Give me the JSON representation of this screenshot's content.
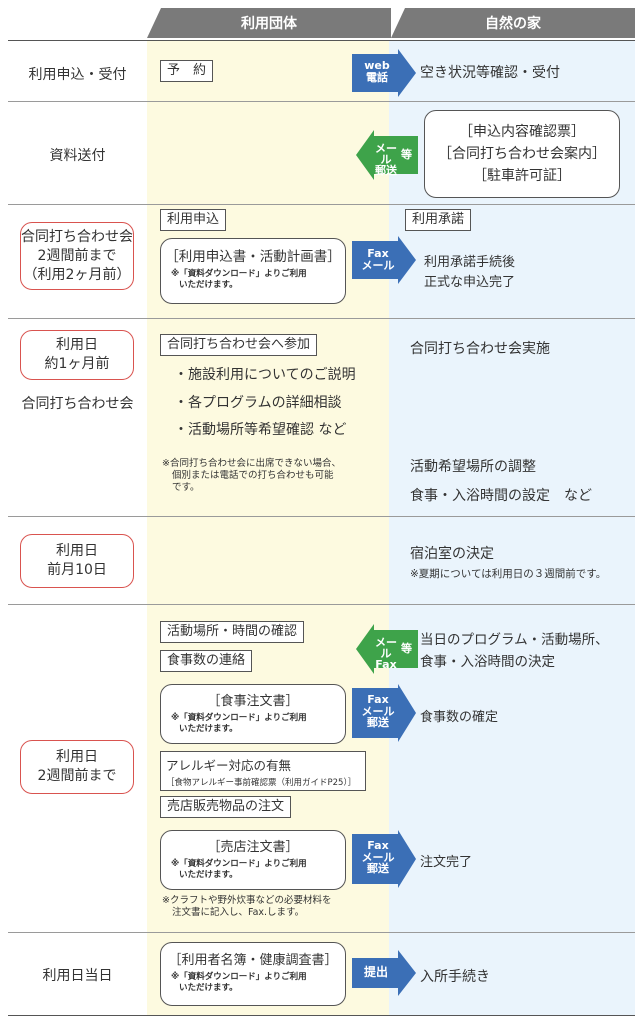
{
  "header": {
    "left": "利用団体",
    "right": "自然の家"
  },
  "rows": {
    "r1": {
      "label": "利用申込・受付",
      "yoyaku": "予　約",
      "arrow": [
        "web",
        "電話"
      ],
      "right": "空き状況等確認・受付"
    },
    "r2": {
      "label": "資料送付",
      "arrow": [
        "メール",
        "郵送",
        "等"
      ],
      "docs": [
        "［申込内容確認票］",
        "［合同打ち合わせ会案内］",
        "［駐車許可証］"
      ]
    },
    "r3": {
      "label": [
        "合同打ち合わせ会",
        "2週間前まで",
        "（利用2ヶ月前）"
      ],
      "box": "利用申込",
      "doc_title": "［利用申込書・活動計画書］",
      "doc_note": [
        "※「資料ダウンロード」よりご利用",
        "いただけます。"
      ],
      "arrow": [
        "Fax",
        "メール"
      ],
      "right_box": "利用承諾",
      "right": [
        "利用承諾手続後",
        "正式な申込完了"
      ]
    },
    "r4": {
      "label_pill": [
        "利用日",
        "約1ヶ月前"
      ],
      "label_sub": "合同打ち合わせ会",
      "box": "合同打ち合わせ会へ参加",
      "bullets": [
        "・施設利用についてのご説明",
        "・各プログラムの詳細相談",
        "・活動場所等希望確認 など"
      ],
      "note": [
        "※合同打ち合わせ会に出席できない場合、",
        "個別または電話での打ち合わせも可能",
        "です。"
      ],
      "right1": "合同打ち合わせ会実施",
      "right2": "活動希望場所の調整",
      "right3": "食事・入浴時間の設定　など"
    },
    "r5": {
      "label": [
        "利用日",
        "前月10日"
      ],
      "right": "宿泊室の決定",
      "right_note": "※夏期については利用日の３週間前です。"
    },
    "r6": {
      "label": [
        "利用日",
        "2週間前まで"
      ],
      "box1": "活動場所・時間の確認",
      "box2": "食事数の連絡",
      "arrow1": [
        "メール",
        "Fax",
        "等"
      ],
      "right1": [
        "当日のプログラム・活動場所、",
        "食事・入浴時間の決定"
      ],
      "doc1_title": "［食事注文書］",
      "doc_note": [
        "※「資料ダウンロード」よりご利用",
        "いただけます。"
      ],
      "arrow2": [
        "Fax",
        "メール",
        "郵送"
      ],
      "right2": "食事数の確定",
      "allergy": [
        "アレルギー対応の有無",
        "［食物アレルギー事前確認票（利用ガイドP25）］"
      ],
      "box3": "売店販売物品の注文",
      "doc2_title": "［売店注文書］",
      "arrow3": [
        "Fax",
        "メール",
        "郵送"
      ],
      "right3": "注文完了",
      "note": [
        "※クラフトや野外炊事などの必要材料を",
        "注文書に記入し、Fax.します。"
      ]
    },
    "r7": {
      "label": "利用日当日",
      "doc_title": "［利用者名簿・健康調査書］",
      "arrow": [
        "提出"
      ],
      "right": "入所手続き"
    }
  },
  "colors": {
    "blue": "#3b6fb6",
    "green": "#3ea34a",
    "red": "#d9534f",
    "yellow": "#fdfae0",
    "lightblue": "#eaf4fc",
    "header": "#7a7a7a"
  }
}
